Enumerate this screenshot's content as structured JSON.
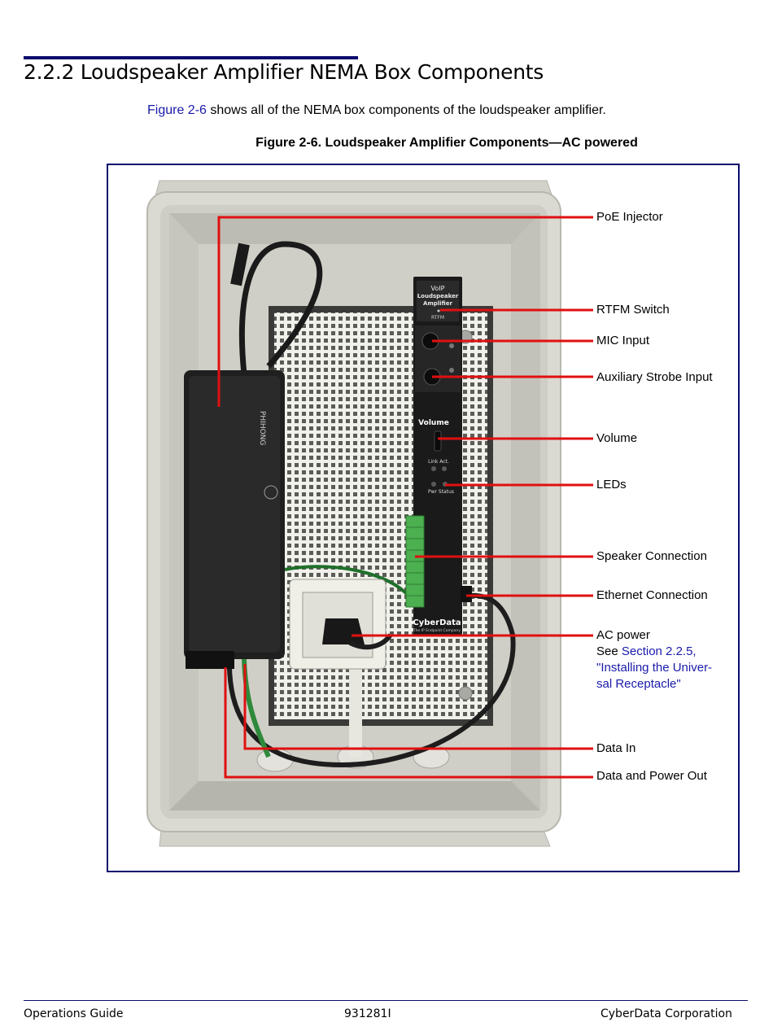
{
  "section": {
    "title": "2.2.2 Loudspeaker Amplifier NEMA Box Components"
  },
  "intro": {
    "link_text": "Figure 2-6",
    "text": " shows all of the NEMA box components of the loudspeaker amplifier."
  },
  "figure": {
    "caption": "Figure 2-6. Loudspeaker Amplifier Components—AC powered",
    "device": {
      "top_label": "VoIP",
      "name_line1": "Loudspeaker",
      "name_line2": "Amplifier",
      "rtfm": "RTFM",
      "volume": "Volume",
      "link_act": "Link Act.",
      "pwr_status": "Pwr Status",
      "brand": "CyberData",
      "brand_tagline": "The IP Endpoint Company"
    },
    "psu": {
      "brand": "PHIHONG"
    },
    "callouts": {
      "poe_injector": "PoE Injector",
      "rtfm_switch": "RTFM Switch",
      "mic_input": "MIC Input",
      "aux_strobe": "Auxiliary Strobe Input",
      "volume": "Volume",
      "leds": "LEDs",
      "speaker_connection": "Speaker Connection",
      "ethernet_connection": "Ethernet Connection",
      "ac_power": "AC power",
      "ac_see": "See ",
      "ac_link_1": "Section 2.2.5,",
      "ac_link_2": "\"Installing the Univer-",
      "ac_link_3": "sal Receptacle\"",
      "data_in": "Data In",
      "data_power_out": "Data and Power Out"
    }
  },
  "footer": {
    "left": "Operations Guide",
    "center": "931281I",
    "right": "CyberData Corporation"
  },
  "colors": {
    "rule": "#0a0a6e",
    "link": "#1a1aaa",
    "callout_line": "#e01010"
  }
}
